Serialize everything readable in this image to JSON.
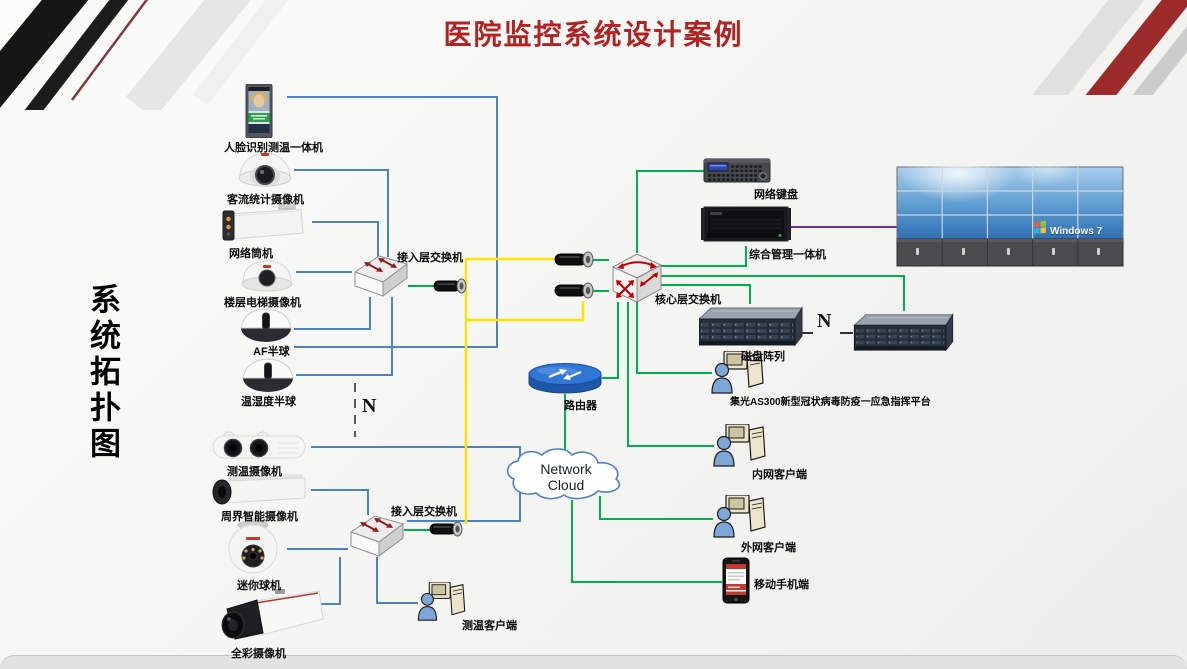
{
  "slide": {
    "title": "医院监控系统设计案例",
    "side_label": "系统拓扑图"
  },
  "annotations": {
    "camera_group_repeat": "N",
    "disk_array_repeat": "N"
  },
  "colors": {
    "title_red": "#b22222",
    "line_camera_blue": "#4f81bd",
    "line_network_green": "#00b050",
    "line_fiber_yellow": "#ffe400",
    "line_display_purple": "#7030a0"
  },
  "devices": {
    "face_terminal": {
      "label": "人脸识别测温一体机"
    },
    "flow_camera": {
      "label": "客流统计摄像机"
    },
    "bullet_camera": {
      "label": "网络筒机"
    },
    "elevator_camera": {
      "label": "楼层电梯摄像机"
    },
    "af_dome": {
      "label": "AF半球"
    },
    "humiture_dome": {
      "label": "温湿度半球"
    },
    "thermal_camera": {
      "label": "测温摄像机"
    },
    "perimeter_camera": {
      "label": "周界智能摄像机"
    },
    "mini_ptz": {
      "label": "迷你球机"
    },
    "fullcolor_camera": {
      "label": "全彩摄像机"
    },
    "access_switch_1": {
      "label": "接入层交换机"
    },
    "access_switch_2": {
      "label": "接入层交换机"
    },
    "core_switch": {
      "label": "核心层交换机"
    },
    "network_keyboard": {
      "label": "网络键盘"
    },
    "mgmt_server": {
      "label": "综合管理一体机"
    },
    "disk_array": {
      "label": "磁盘阵列"
    },
    "emergency_platform": {
      "label": "集光AS300新型冠状病毒防疫一应急指挥平台"
    },
    "router": {
      "label": "路由器"
    },
    "cloud": {
      "line1": "Network",
      "line2": "Cloud"
    },
    "intranet_client": {
      "label": "内网客户端"
    },
    "extranet_client": {
      "label": "外网客户端"
    },
    "mobile_client": {
      "label": "移动手机端"
    },
    "thermal_client": {
      "label": "测温客户端"
    },
    "video_wall": {
      "os_label": "Windows 7"
    }
  }
}
